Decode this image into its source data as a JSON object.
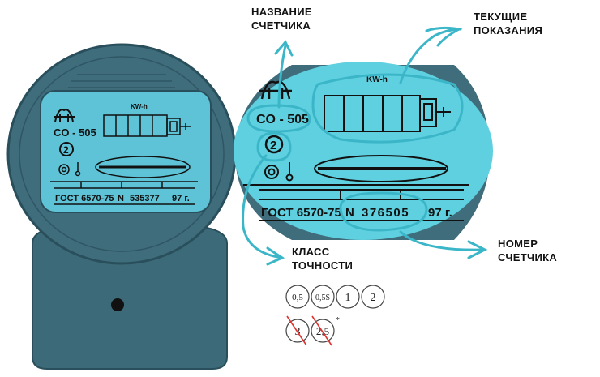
{
  "meter": {
    "unit_label": "KW-h",
    "model": "CO - 505",
    "class_badge": "2",
    "standard": "ГОСТ 6570-75",
    "number_prefix": "N",
    "serial_small": "535377",
    "year_small": "97 г.",
    "serial_zoom": "376505",
    "year_zoom": "97 г."
  },
  "callouts": {
    "name": [
      "НАЗВАНИЕ",
      "СЧЕТЧИКА"
    ],
    "readings": [
      "ТЕКУЩИЕ",
      "ПОКАЗАНИЯ"
    ],
    "accuracy": [
      "КЛАСС",
      "ТОЧНОСТИ"
    ],
    "number": [
      "НОМЕР",
      "СЧЕТЧИКА"
    ]
  },
  "accuracy_classes": [
    {
      "label": "0,5",
      "crossed": false
    },
    {
      "label": "0,5S",
      "crossed": false
    },
    {
      "label": "1",
      "crossed": false
    },
    {
      "label": "2",
      "crossed": false
    },
    {
      "label": "3",
      "crossed": true
    },
    {
      "label": "2,5",
      "crossed": true
    }
  ],
  "footnote_mark": "*",
  "colors": {
    "body": "#3d6a78",
    "body_dark": "#2a4f5c",
    "display": "#5ec3d6",
    "zoom": "#5fd0df",
    "arrow": "#3bb6c8",
    "cross": "#e0322f"
  }
}
